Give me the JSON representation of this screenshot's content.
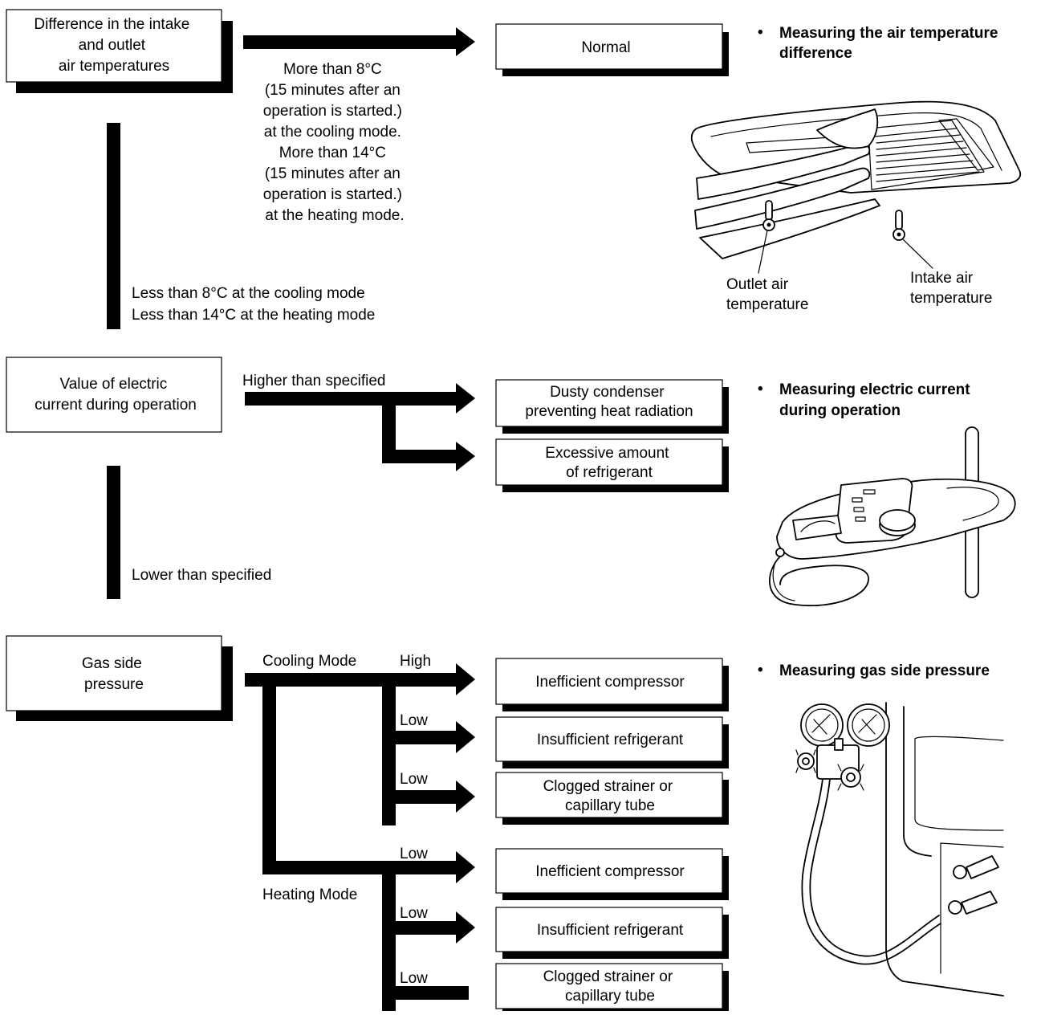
{
  "section1": {
    "check_lines": [
      "Difference in the intake",
      "and outlet",
      "air temperatures"
    ],
    "normal_condition_lines": [
      "More than 8°C",
      "(15 minutes after an",
      "operation is started.)",
      "at the cooling mode.",
      "More than 14°C",
      "(15 minutes after an",
      "operation is started.)",
      "at the heating mode."
    ],
    "result": "Normal",
    "low_condition_lines": [
      "Less than 8°C at the cooling mode",
      "Less than 14°C at the heating mode"
    ],
    "measure_bullet": "•",
    "measure_title_lines": [
      "Measuring the air temperature",
      "difference"
    ],
    "illustration_labels": {
      "outlet": [
        "Outlet air",
        "temperature"
      ],
      "intake": [
        "Intake air",
        "temperature"
      ]
    }
  },
  "section2": {
    "check_lines": [
      "Value of electric",
      "current during operation"
    ],
    "higher_label": "Higher than specified",
    "results": [
      [
        "Dusty condenser",
        "preventing heat radiation"
      ],
      [
        "Excessive amount",
        "of refrigerant"
      ]
    ],
    "lower_label": "Lower than specified",
    "measure_bullet": "•",
    "measure_title_lines": [
      "Measuring electric current",
      "during operation"
    ]
  },
  "section3": {
    "check_lines": [
      "Gas side",
      "pressure"
    ],
    "cooling_mode": "Cooling Mode",
    "heating_mode": "Heating Mode",
    "branch_labels": [
      "High",
      "Low",
      "Low",
      "Low",
      "Low",
      "Low"
    ],
    "results": [
      [
        "Inefficient compressor"
      ],
      [
        "Insufficient refrigerant"
      ],
      [
        "Clogged strainer or",
        "capillary tube"
      ],
      [
        "Inefficient compressor"
      ],
      [
        "Insufficient refrigerant"
      ],
      [
        "Clogged strainer or",
        "capillary tube"
      ]
    ],
    "measure_bullet": "•",
    "measure_title_lines": [
      "Measuring gas side pressure"
    ]
  }
}
